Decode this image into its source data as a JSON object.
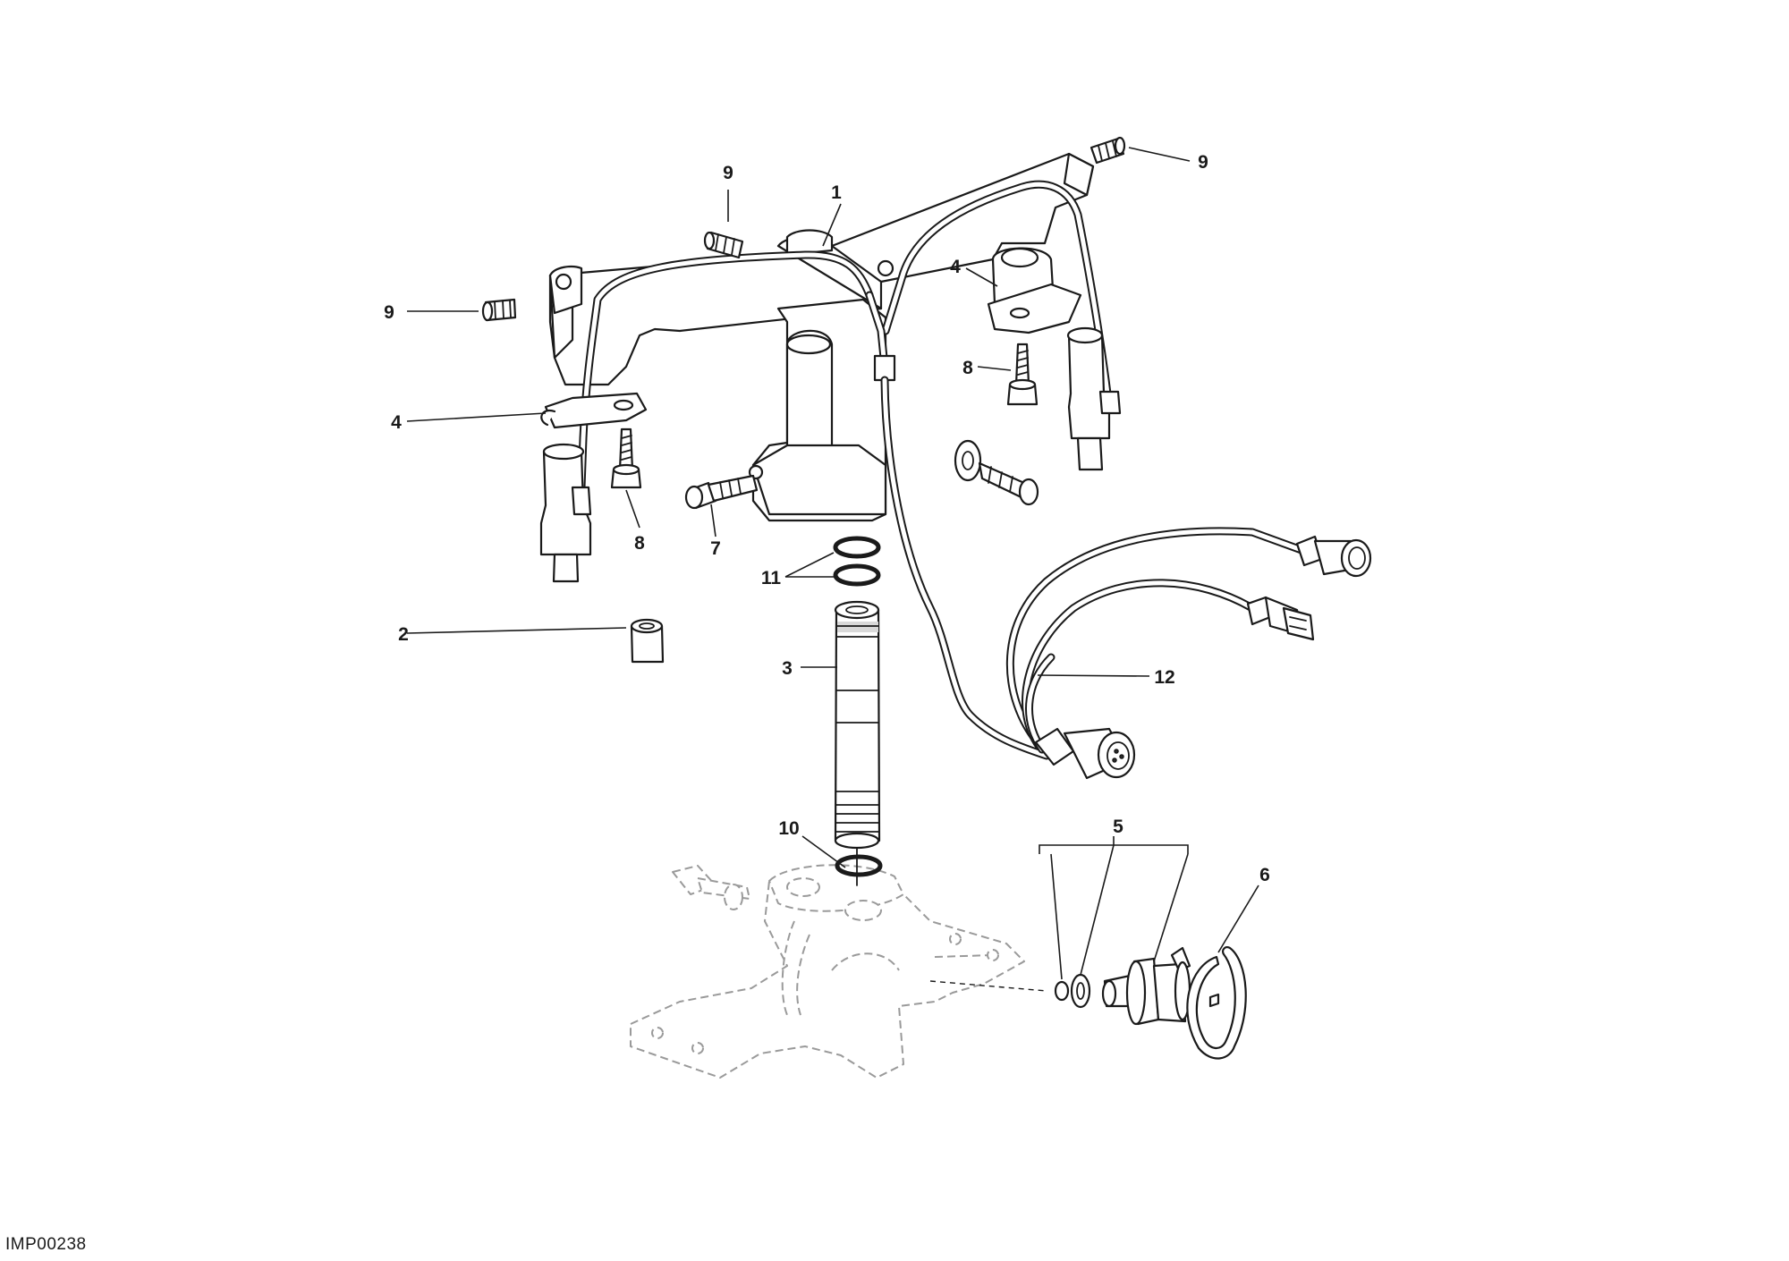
{
  "diagram": {
    "reference_code": "IMP00238",
    "callouts": {
      "c1": "1",
      "c2": "2",
      "c3": "3",
      "c4_left": "4",
      "c4_right": "4",
      "c5": "5",
      "c6": "6",
      "c7": "7",
      "c8_left": "8",
      "c8_right": "8",
      "c9_top": "9",
      "c9_left": "9",
      "c9_right": "9",
      "c10": "10",
      "c11": "11",
      "c12": "12"
    }
  }
}
